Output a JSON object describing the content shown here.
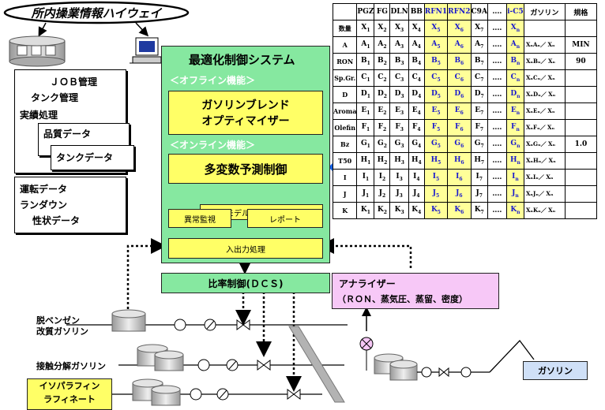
{
  "banner": {
    "title": "所内操業情報ハイウェイ"
  },
  "left_cards": {
    "job": "ＪＯＢ管理",
    "tank_mgmt": "タンク管理",
    "results": "実績処理",
    "quality": "品質データ",
    "tank_data": "タンクデータ",
    "ops_data": "運転データ",
    "rundown": "ランダウン",
    "property": "性状データ"
  },
  "system": {
    "title": "最適化制御システム",
    "offline": "＜オフライン機能＞",
    "optimizer": [
      "ガソリンブレンド",
      "オプティマイザー"
    ],
    "online": "＜オンライン機能＞",
    "mpc": "多変数予測制御",
    "model_update": "モデルアップデート",
    "anomaly": "異常監視",
    "report": "レポート",
    "io": "入出力処理"
  },
  "dcs": "比率制御(ＤＣＳ)",
  "analyzer": {
    "title": "アナライザー",
    "subtitle": "（ＲＯＮ、蒸気圧、蒸留、密度）"
  },
  "streams": {
    "s1": [
      "脱ベンゼン",
      "改質ガソリン"
    ],
    "s2": "接触分解ガソリン",
    "s3": [
      "イソパラフィン",
      "ラフィネート"
    ],
    "product": "ガソリン"
  },
  "table": {
    "headers": [
      "",
      "PGZ",
      "FG",
      "DLN",
      "BB",
      "RFN1",
      "RFN2",
      "C9A",
      "‥‥",
      "i-C5",
      "ガソリン",
      "規格"
    ],
    "rows": [
      {
        "label": "数量",
        "letter": "X",
        "formula": "",
        "spec": ""
      },
      {
        "label": "A",
        "letter": "A",
        "formula": "XₙAₙ／ Xₙ",
        "spec": "MIN"
      },
      {
        "label": "RON",
        "letter": "B",
        "formula": "XₙBₙ／ Xₙ",
        "spec": "90"
      },
      {
        "label": "Sp.Gr.",
        "letter": "C",
        "formula": "XₙCₙ／ Xₙ",
        "spec": ""
      },
      {
        "label": "D",
        "letter": "D",
        "formula": "XₙDₙ／ Xₙ",
        "spec": ""
      },
      {
        "label": "Aroma",
        "letter": "E",
        "formula": "XₙEₙ／ Xₙ",
        "spec": ""
      },
      {
        "label": "Olefin",
        "letter": "F",
        "formula": "XₙFₙ／ Xₙ",
        "spec": ""
      },
      {
        "label": "Bz",
        "letter": "G",
        "formula": "XₙGₙ／ Xₙ",
        "spec": "1.0"
      },
      {
        "label": "T50",
        "letter": "H",
        "formula": "XₙHₙ／ Xₙ",
        "spec": ""
      },
      {
        "label": "I",
        "letter": "I",
        "formula": "XₙIₙ／ Xₙ",
        "spec": ""
      },
      {
        "label": "J",
        "letter": "J",
        "formula": "XₙJₙ／ Xₙ",
        "spec": ""
      },
      {
        "label": "K",
        "letter": "K",
        "formula": "XₙKₙ／ Xₙ",
        "spec": ""
      }
    ],
    "col_subscripts": [
      "1",
      "2",
      "3",
      "4",
      "5",
      "6",
      "7",
      "‥‥",
      "n"
    ],
    "highlight_cols": [
      5,
      6,
      9
    ],
    "highlight_color": "#ffff99",
    "highlight_text_color": "#1a1acc"
  },
  "colors": {
    "panel": "#86e8a0",
    "yellow": "#ffff66",
    "analyzer": "#f7c8f7",
    "arrow_blue": "#1463e6",
    "product": "#cfe0f7"
  }
}
